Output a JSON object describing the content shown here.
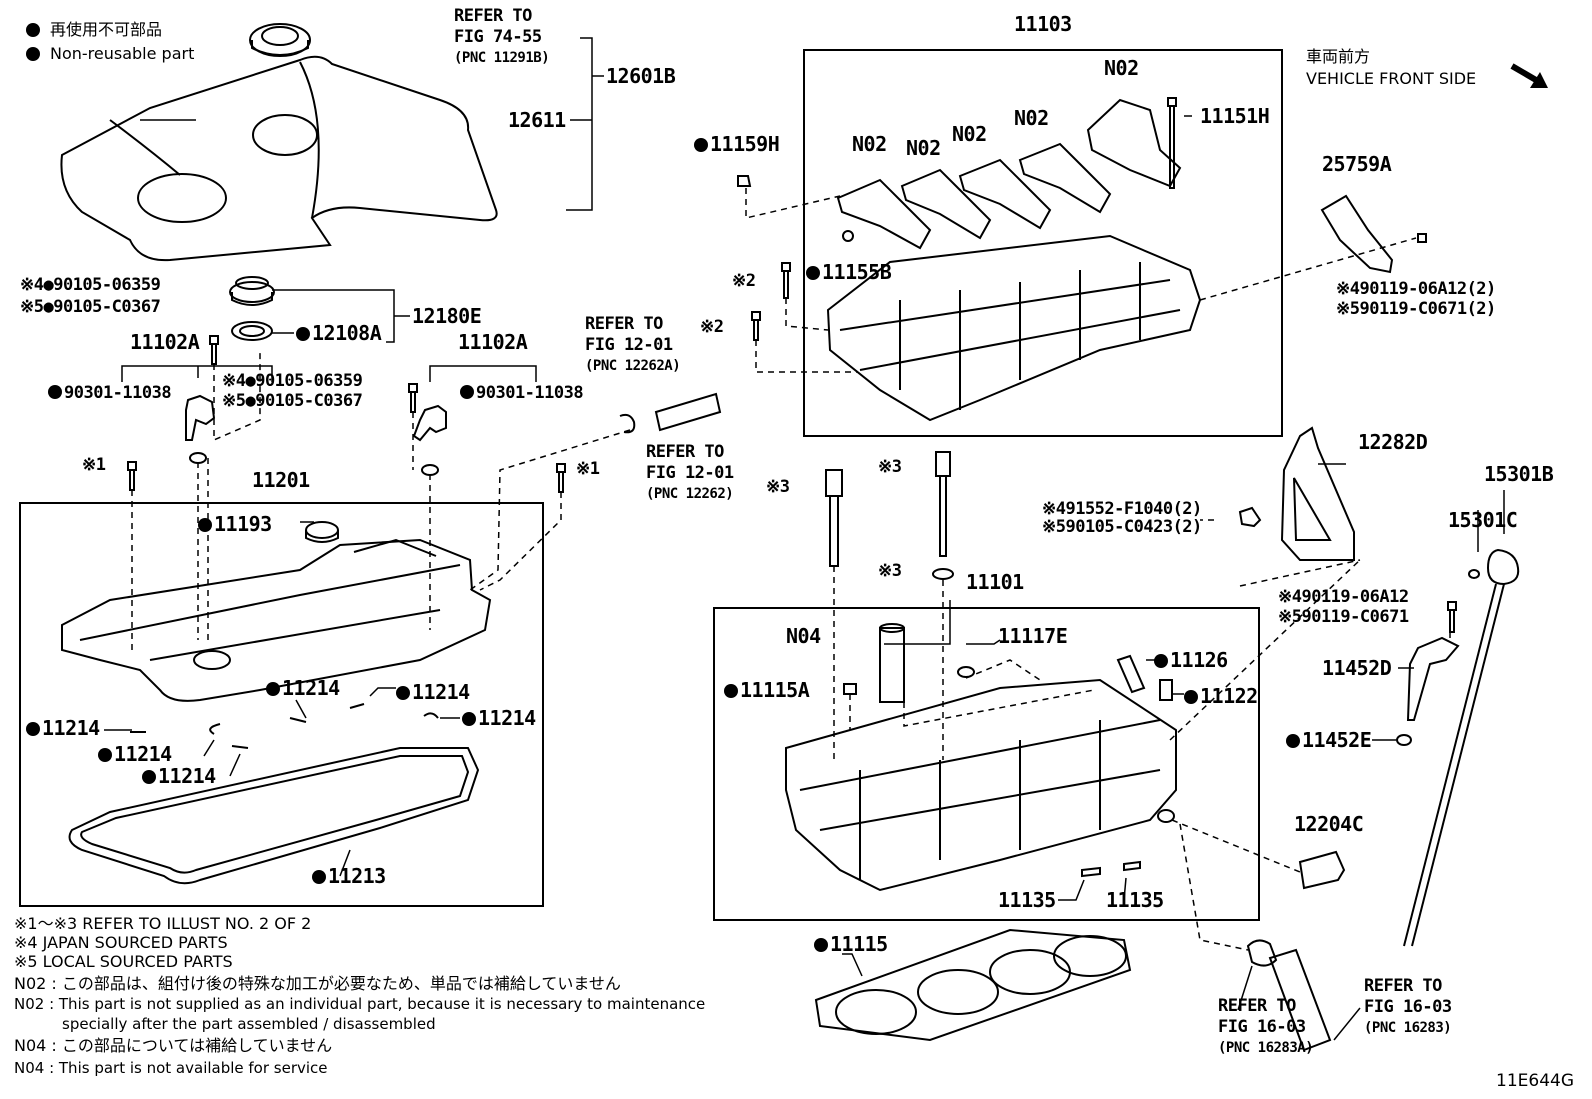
{
  "legend": {
    "ja": "再使用不可部品",
    "en": "Non-reusable part"
  },
  "front_side": {
    "ja": "車両前方",
    "en": "VEHICLE FRONT SIDE"
  },
  "figure_id": "11E644G",
  "refs": {
    "fig7455": [
      "REFER TO",
      "FIG 74-55",
      "(PNC 11291B)"
    ],
    "fig1201a": [
      "REFER TO",
      "FIG 12-01",
      "(PNC 12262A)"
    ],
    "fig1201b": [
      "REFER TO",
      "FIG 12-01",
      "(PNC 12262)"
    ],
    "fig1603a": [
      "REFER TO",
      "FIG 16-03",
      "(PNC 16283A)"
    ],
    "fig1603b": [
      "REFER TO",
      "FIG 16-03",
      "(PNC 16283)"
    ]
  },
  "parts": {
    "p12601B": "12601B",
    "p12611": "12611",
    "p12180E": "12180E",
    "p12108A": "12108A",
    "p11102A_l": "11102A",
    "p11102A_r": "11102A",
    "p90105_06359_l": "※4●90105-06359",
    "p90105_C0367_l": "※5●90105-C0367",
    "p90105_06359_r": "※4●90105-06359",
    "p90105_C0367_r": "※5●90105-C0367",
    "p90301_l": "90301-11038",
    "p90301_r": "90301-11038",
    "p11201": "11201",
    "p11193": "11193",
    "p11214_a": "11214",
    "p11214_b": "11214",
    "p11214_c": "11214",
    "p11214_d": "11214",
    "p11214_e": "11214",
    "p11214_f": "11214",
    "p11213": "11213",
    "p11103": "11103",
    "p11159H": "11159H",
    "p11155B": "11155B",
    "p11151H": "11151H",
    "pN02_1": "N02",
    "pN02_2": "N02",
    "pN02_3": "N02",
    "pN02_4": "N02",
    "pN02_5": "N02",
    "p25759A": "25759A",
    "p90119_06A12_a": "※490119-06A12(2)",
    "p90119_C0671_a": "※590119-C0671(2)",
    "p12282D": "12282D",
    "p91552": "※491552-F1040(2)",
    "p90105_C0423": "※590105-C0423(2)",
    "p15301B": "15301B",
    "p15301C": "15301C",
    "p90119_06A12_b": "※490119-06A12",
    "p90119_C0671_b": "※590119-C0671",
    "p11452D": "11452D",
    "p11452E": "11452E",
    "p12204C": "12204C",
    "p11101": "11101",
    "pN04": "N04",
    "p11117E": "11117E",
    "p11126": "11126",
    "p11122": "11122",
    "p11115A": "11115A",
    "p11135_a": "11135",
    "p11135_b": "11135",
    "p11115": "11115",
    "ref1": "※1",
    "ref1b": "※1",
    "ref2a": "※2",
    "ref2b": "※2",
    "ref3a": "※3",
    "ref3b": "※3",
    "ref3c": "※3"
  },
  "notes": [
    "※1～※3  REFER TO ILLUST NO. 2 OF 2",
    "※4 JAPAN SOURCED PARTS",
    "※5 LOCAL SOURCED PARTS",
    "N02 : この部品は、組付け後の特殊な加工が必要なため、単品では補給していません",
    "N02 : This part is not supplied as an individual part, because it is necessary to maintenance",
    "specially after the part assembled / disassembled",
    "N04 : この部品については補給していません",
    "N04 : This part is not available for service"
  ]
}
